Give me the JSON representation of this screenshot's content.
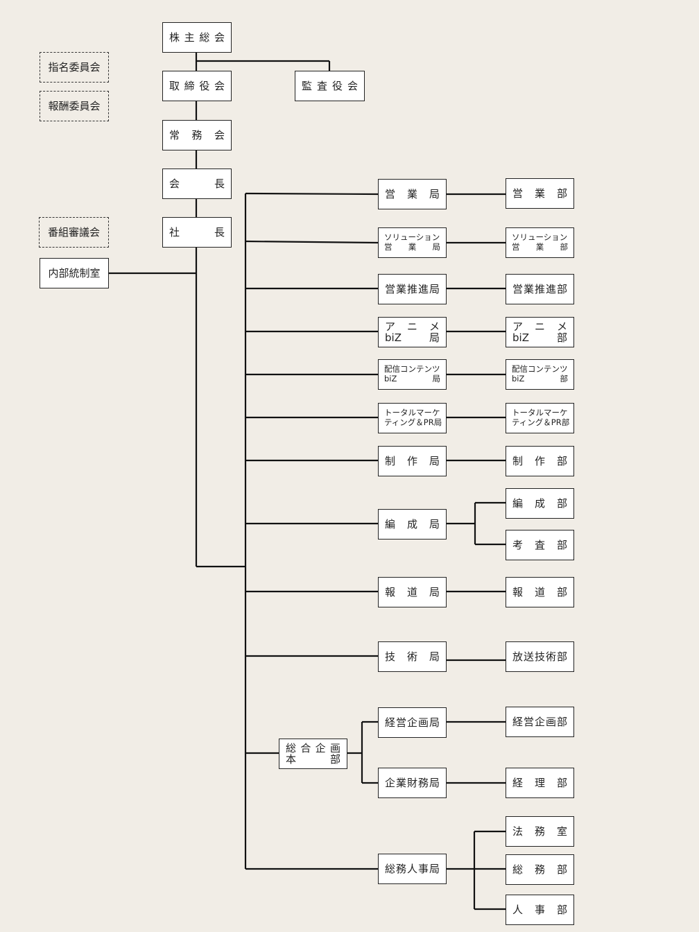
{
  "org_chart": {
    "top": {
      "shareholders": "株主総会",
      "board_of_directors": "取締役会",
      "auditors": "監査役会",
      "executive_committee": "常務会",
      "chairman": "会長",
      "president": "社長"
    },
    "committees": [
      {
        "label": "指名委員会",
        "style": "dashed"
      },
      {
        "label": "報酬委員会",
        "style": "dashed"
      },
      {
        "label": "番組審議会",
        "style": "dashed"
      }
    ],
    "internal_control": "内部統制室",
    "headquarters": {
      "label_line1": "総合企画",
      "label_line2": "本部"
    },
    "bureaus": [
      {
        "bureau": [
          "営業局"
        ],
        "departments": [
          [
            "営業部"
          ]
        ]
      },
      {
        "bureau": [
          "ソリューション",
          "営業局"
        ],
        "departments": [
          [
            "ソリューション",
            "営業部"
          ]
        ]
      },
      {
        "bureau": [
          "営業推進局"
        ],
        "departments": [
          [
            "営業推進部"
          ]
        ]
      },
      {
        "bureau": [
          "アニメ",
          "biZ局"
        ],
        "departments": [
          [
            "アニメ",
            "biZ部"
          ]
        ]
      },
      {
        "bureau": [
          "配信コンテンツ",
          "biZ局"
        ],
        "departments": [
          [
            "配信コンテンツ",
            "biZ部"
          ]
        ]
      },
      {
        "bureau": [
          "トータルマーケ",
          "ティング＆PR局"
        ],
        "departments": [
          [
            "トータルマーケ",
            "ティング＆PR部"
          ]
        ]
      },
      {
        "bureau": [
          "制作局"
        ],
        "departments": [
          [
            "制作部"
          ]
        ]
      },
      {
        "bureau": [
          "編成局"
        ],
        "departments": [
          [
            "編成部"
          ],
          [
            "考査部"
          ]
        ]
      },
      {
        "bureau": [
          "報道局"
        ],
        "departments": [
          [
            "報道部"
          ]
        ]
      },
      {
        "bureau": [
          "技術局"
        ],
        "departments": [
          [
            "放送技術部"
          ]
        ]
      },
      {
        "bureau": [
          "経営企画局"
        ],
        "departments": [
          [
            "経営企画部"
          ]
        ],
        "under": "headquarters"
      },
      {
        "bureau": [
          "企業財務局"
        ],
        "departments": [
          [
            "経理部"
          ]
        ],
        "under": "headquarters"
      },
      {
        "bureau": [
          "総務人事局"
        ],
        "departments": [
          [
            "法務室"
          ],
          [
            "総務部"
          ],
          [
            "人事部"
          ]
        ]
      }
    ]
  }
}
